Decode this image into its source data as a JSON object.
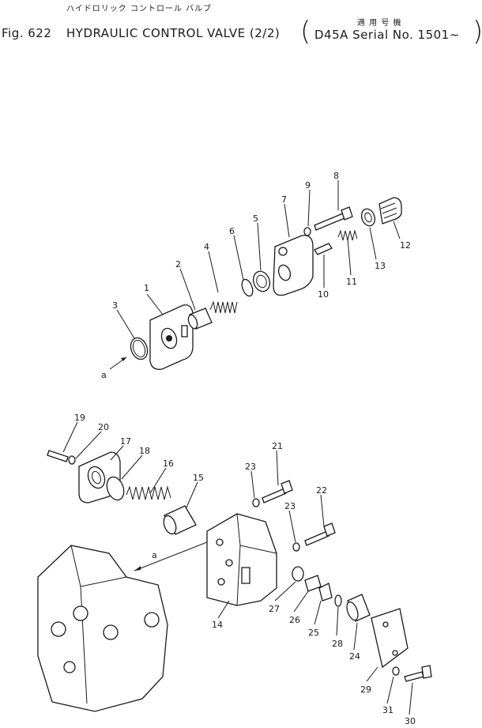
{
  "header": {
    "fig_label": "Fig. 622",
    "jp_title": "ハイドロリック コントロール バルブ",
    "en_title": "HYDRAULIC CONTROL VALVE (2/2)",
    "jp_applicable": "適 用 号 機",
    "model_serial": "D45A Serial No. 1501~"
  },
  "callouts": {
    "c1": "1",
    "c2": "2",
    "c3": "3",
    "c4": "4",
    "c5": "5",
    "c6": "6",
    "c7": "7",
    "c8": "8",
    "c9": "9",
    "c10": "10",
    "c11": "11",
    "c12": "12",
    "c13": "13",
    "c14": "14",
    "c15": "15",
    "c16": "16",
    "c17": "17",
    "c18": "18",
    "c19": "19",
    "c20": "20",
    "c21": "21",
    "c22": "22",
    "c23a": "23",
    "c23b": "23",
    "c24": "24",
    "c25": "25",
    "c26": "26",
    "c27": "27",
    "c28": "28",
    "c29": "29",
    "c30": "30",
    "c31": "31",
    "ref_a_top": "a",
    "ref_a_bottom": "a"
  }
}
